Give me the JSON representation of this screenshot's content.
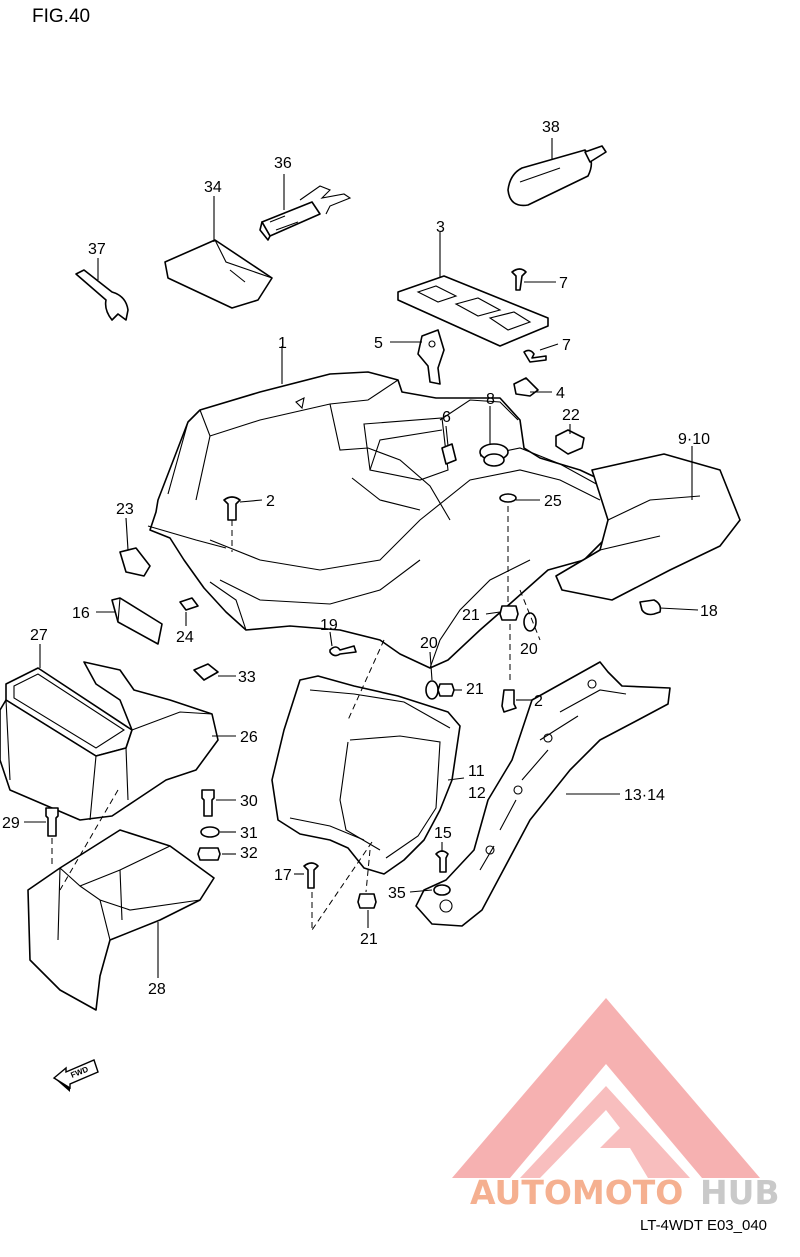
{
  "figure_title": "FIG.40",
  "drawing_code": "LT-4WDT E03_040",
  "fwd_label": "FWD",
  "watermark": {
    "part1": "AUTOMOTO",
    "part2": "HUB",
    "color_primary": "#f5a3a3",
    "color_secondary": "#f7d49a",
    "color_hub": "#c9c9c9"
  },
  "callouts": [
    "38",
    "36",
    "34",
    "37",
    "3",
    "7",
    "5",
    "7",
    "4",
    "1",
    "6",
    "8",
    "22",
    "9·10",
    "2",
    "25",
    "23",
    "16",
    "24",
    "21",
    "18",
    "19",
    "20",
    "20",
    "21",
    "2",
    "27",
    "33",
    "26",
    "11",
    "12",
    "13·14",
    "30",
    "31",
    "32",
    "29",
    "15",
    "17",
    "35",
    "21",
    "28"
  ]
}
